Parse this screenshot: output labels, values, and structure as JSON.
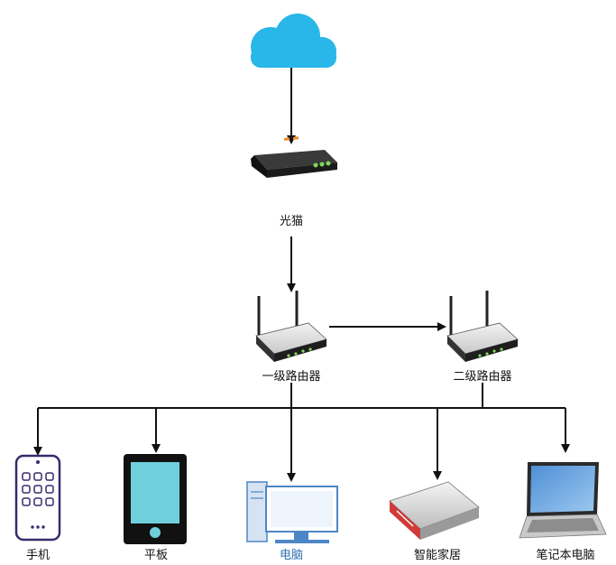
{
  "nodes": {
    "cloud": {
      "icon": "cloud-icon"
    },
    "modem": {
      "label": "光猫",
      "icon": "modem-icon"
    },
    "router1": {
      "label": "一级路由器",
      "icon": "router-icon"
    },
    "router2": {
      "label": "二级路由器",
      "icon": "router-icon"
    }
  },
  "devices": [
    {
      "label": "手机",
      "icon": "phone-icon"
    },
    {
      "label": "平板",
      "icon": "tablet-icon"
    },
    {
      "label": "电脑",
      "icon": "desktop-computer-icon",
      "highlight": true
    },
    {
      "label": "智能家居",
      "icon": "smart-home-device-icon"
    },
    {
      "label": "笔记本电脑",
      "icon": "laptop-icon"
    }
  ],
  "colors": {
    "cloud": "#29b6e8",
    "line": "#111111",
    "highlight_label": "#2f6fb0",
    "tablet_screen": "#6fd0dc",
    "phone_outline": "#3a2a6e",
    "modem_lights_green": "#7ed957",
    "modem_lights_orange": "#f08a24"
  }
}
